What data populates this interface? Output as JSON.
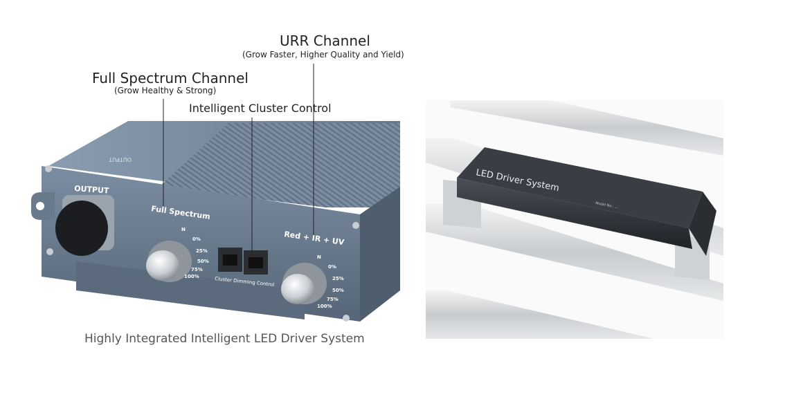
{
  "callouts": {
    "urr": {
      "title": "URR Channel",
      "subtitle": "(Grow Faster, Higher Quality and Yield)"
    },
    "full_spectrum": {
      "title": "Full Spectrum Channel",
      "subtitle": "(Grow Healthy & Strong)"
    },
    "cluster": {
      "title": "Intelligent Cluster Control"
    }
  },
  "device_labels": {
    "output": "OUTPUT",
    "output_rotated": "OUTPUT",
    "full_spectrum": "Full Spectrum",
    "red_ir_uv": "Red + IR + UV",
    "cluster_dimming": "Cluster Dimming Control",
    "knob_scale": [
      "N",
      "0%",
      "25%",
      "50%",
      "75%",
      "100%"
    ]
  },
  "photo2": {
    "driver_label": "LED Driver System",
    "model_label": "Model No.: ..."
  },
  "caption": "Highly Integrated Intelligent LED Driver System",
  "colors": {
    "housing": "#6f8196",
    "fins": "#7d8ea3",
    "driver": "#2f3338",
    "rail": "#d8dadc"
  }
}
